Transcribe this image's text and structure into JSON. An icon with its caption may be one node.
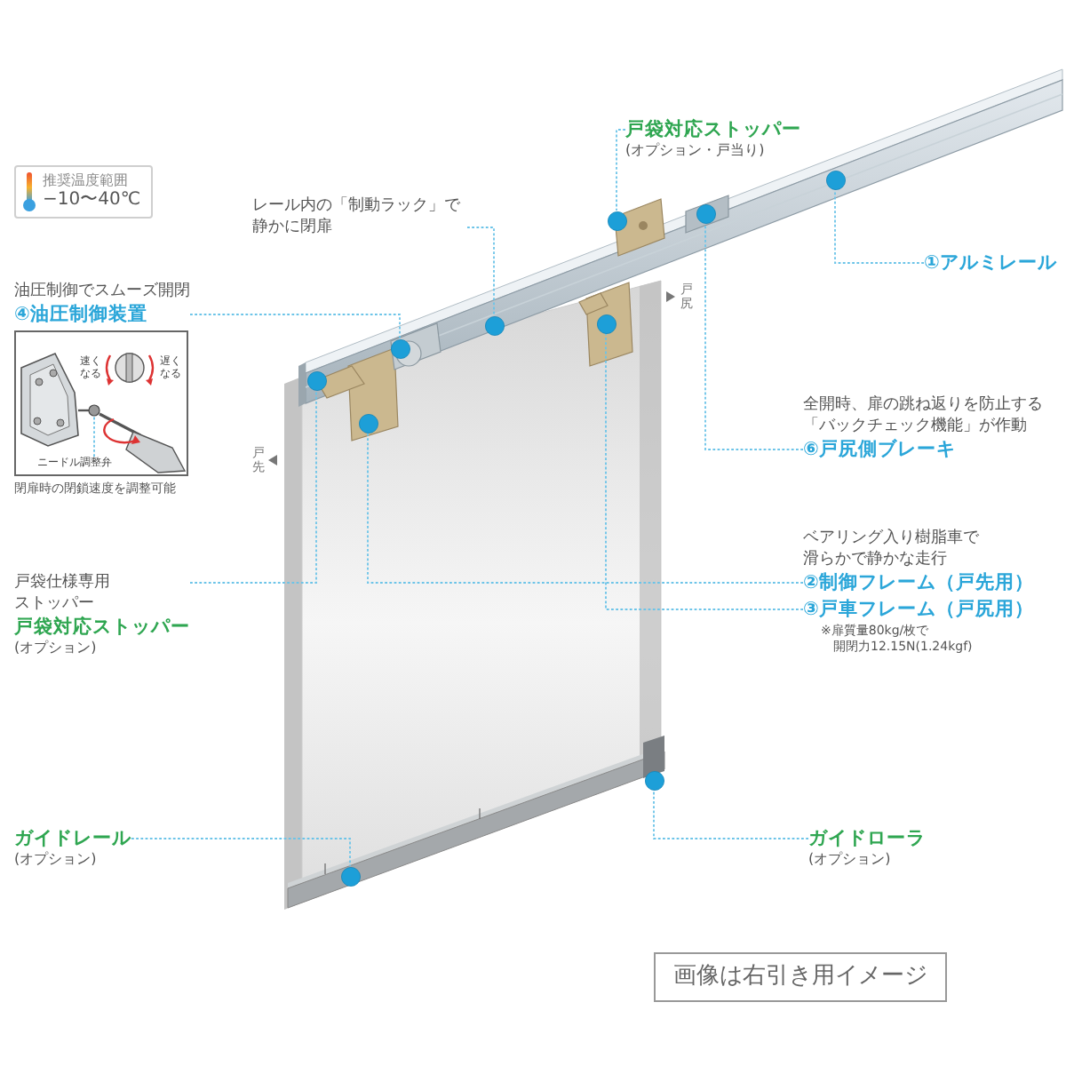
{
  "diagram": {
    "nodes": [
      {
        "text": [
          "推奨温度範囲",
          "−10〜40℃"
        ]
      },
      {
        "text": [
          "レール内の「制動ラック」で静かに閉扉"
        ]
      },
      {
        "text": [
          "戸袋対応ストッパー",
          "(オプション・戸当り)"
        ]
      },
      {
        "text": [
          "①アルミレール"
        ]
      },
      {
        "text": [
          "油圧制御でスムーズ開閉",
          "④油圧制御装置"
        ]
      },
      {
        "text": [
          "速くなる",
          "遅くなる"
        ],
        "beside": [
          "閉扉時の閉鎖速度を調整可能"
        ]
      },
      {
        "text": [
          "ニードル調整弁"
        ],
        "in": 5
      },
      {
        "text": [
          "全開時、扉の跳ね返りを防止する「バックチェック機能」が作動",
          "⑥戸尻側ブレーキ"
        ]
      },
      {
        "text": [
          "ベアリング入り樹脂車で滑らかで静かな走行",
          "②制御フレーム（戸先用）"
        ]
      },
      {
        "text": [
          "③戸車フレーム（戸尻用）"
        ],
        "beside": [
          "※扉質量80kg/枚で",
          "開閉力12.15N(1.24kgf)"
        ]
      },
      {
        "text": [
          "戸袋仕様専用ストッパー",
          "戸袋対応ストッパー",
          "(オプション)"
        ]
      },
      {
        "text": [
          "ガイドレール",
          "(オプション)"
        ]
      },
      {
        "text": [
          "ガイドローラ",
          "(オプション)"
        ]
      },
      {
        "text": [
          "画像は右引き用イメージ"
        ]
      },
      {
        "text": [],
        "shape": "circle"
      },
      {
        "text": [],
        "shape": "circle"
      },
      {
        "text": [],
        "shape": "circle"
      },
      {
        "text": [],
        "shape": "circle"
      },
      {
        "text": [],
        "shape": "circle"
      },
      {
        "text": [],
        "shape": "circle"
      },
      {
        "text": [],
        "shape": "circle"
      },
      {
        "text": [],
        "shape": "circle"
      },
      {
        "text": [],
        "shape": "circle"
      },
      {
        "text": [],
        "shape": "circle"
      }
    ],
    "edges": [
      {
        "from": 1,
        "to": 14,
        "arrow": "none"
      },
      {
        "from": 2,
        "to": 15,
        "arrow": "none"
      },
      {
        "from": 3,
        "to": 16,
        "arrow": "none"
      },
      {
        "from": 4,
        "to": 17,
        "arrow": "none"
      },
      {
        "from": 6,
        "to": null,
        "arrow": "none"
      },
      {
        "from": 7,
        "to": 18,
        "arrow": "none"
      },
      {
        "from": 8,
        "to": 19,
        "arrow": "none"
      },
      {
        "from": 9,
        "to": 20,
        "arrow": "none"
      },
      {
        "from": 10,
        "to": 21,
        "arrow": "none"
      },
      {
        "from": 11,
        "to": 22,
        "arrow": "none"
      },
      {
        "from": 12,
        "to": 23,
        "arrow": "none"
      }
    ],
    "labels": [
      "戸先",
      "戸尻"
    ]
  }
}
